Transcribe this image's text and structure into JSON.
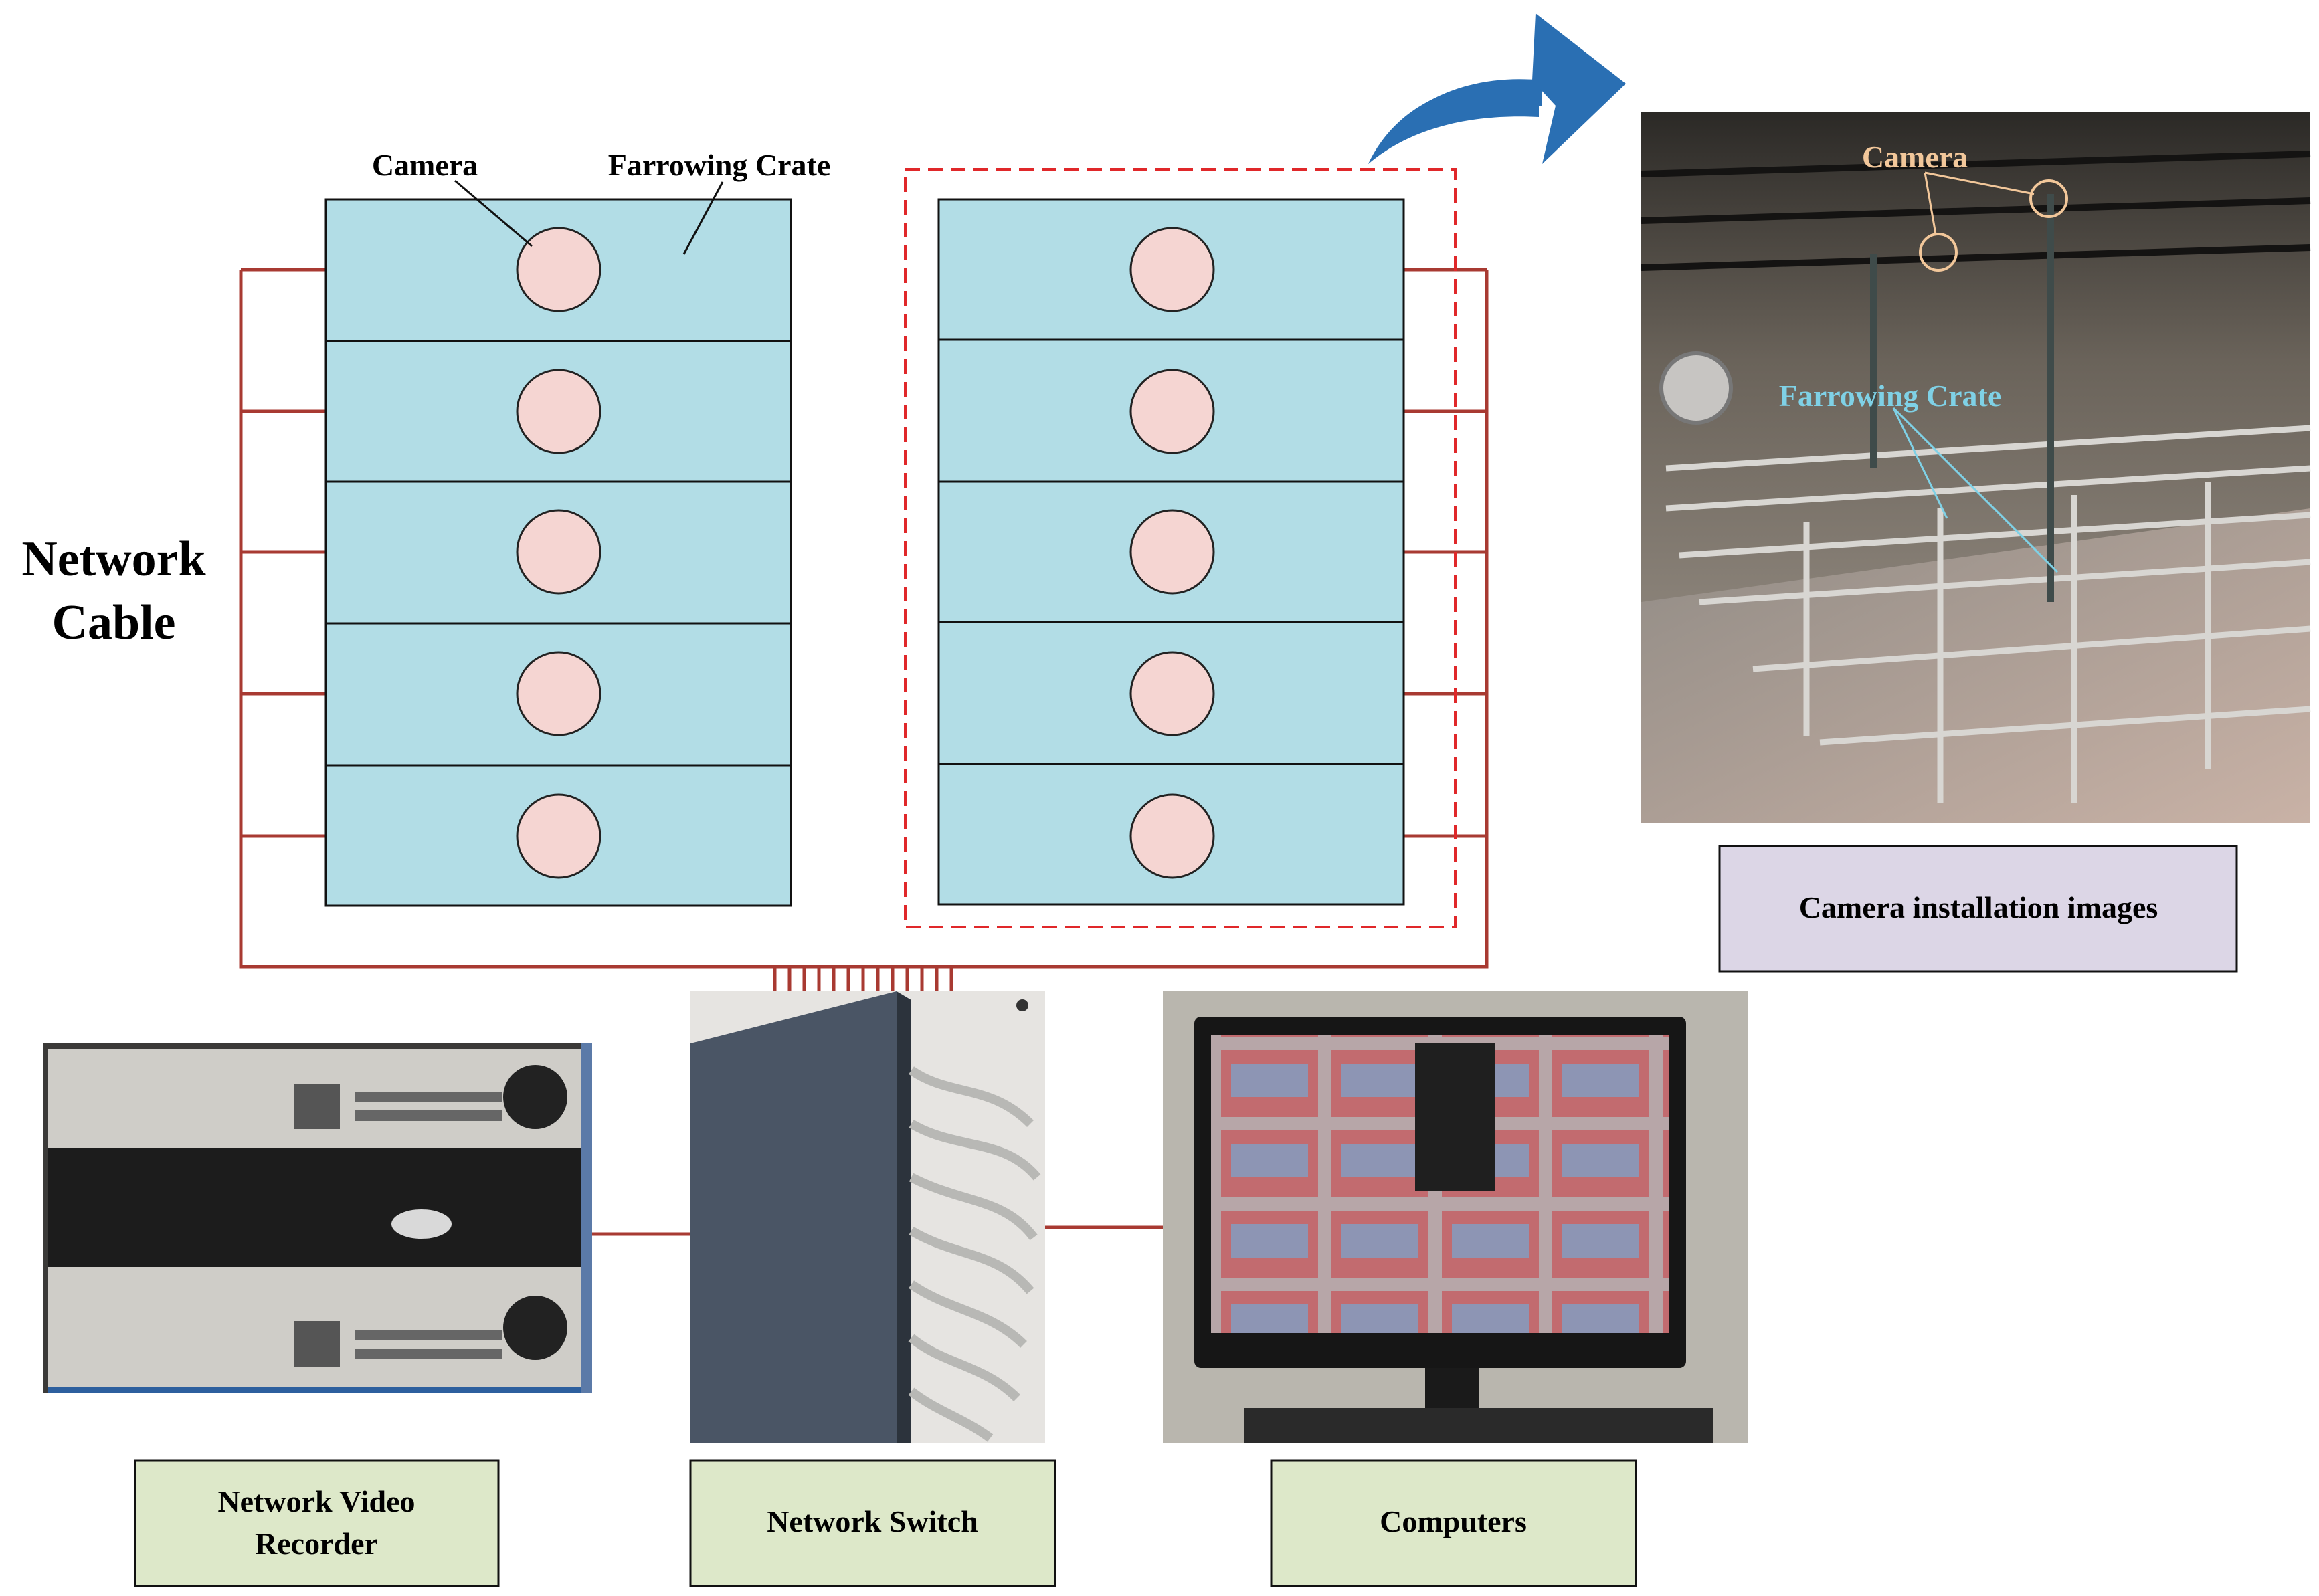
{
  "labels": {
    "camera": "Camera",
    "farrowing_crate": "Farrowing Crate",
    "network_cable_line1": "Network",
    "network_cable_line2": "Cable",
    "photo_camera": "Camera",
    "photo_farrowing_crate": "Farrowing Crate"
  },
  "boxes": {
    "camera_installation": "Camera installation images",
    "nvr_line1": "Network Video",
    "nvr_line2": "Recorder",
    "switch": "Network Switch",
    "computers": "Computers"
  },
  "colors": {
    "crate_fill": "#b2dde6",
    "camera_fill": "#f5d5d2",
    "cable": "#a83a32",
    "highlight_dash": "#e0282a",
    "arrow": "#2a6fb3",
    "install_box_fill": "#dcd6e6",
    "device_box_fill": "#dde8c9",
    "photo_camera_label": "#f2c79a",
    "photo_crate_label": "#7fd1e6"
  },
  "icons": [
    "curved-arrow-icon",
    "camera-icon"
  ]
}
